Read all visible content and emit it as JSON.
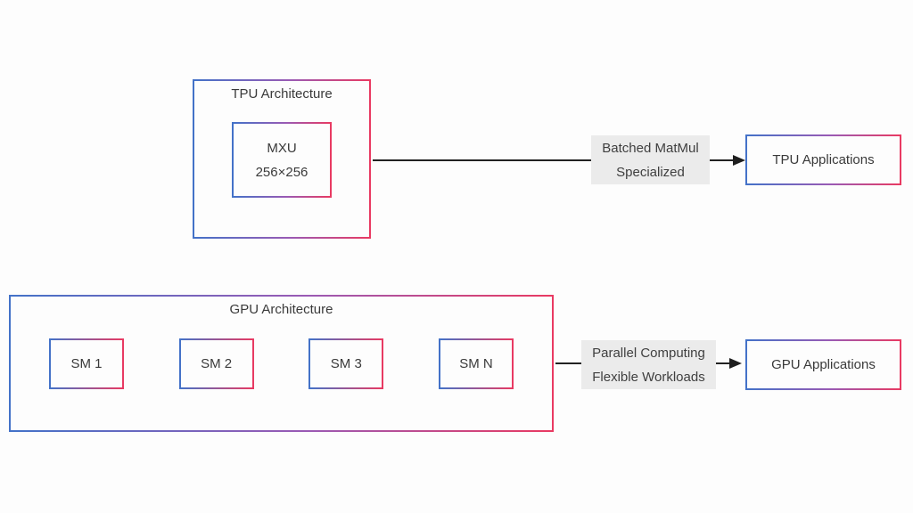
{
  "colors": {
    "border_gradient_start": "#4372c8",
    "border_gradient_end": "#e93a62",
    "connector": "#1e1e1e",
    "edge_label_background": "#ebebeb",
    "text": "#3a3a3a",
    "background": "#fdfdfd"
  },
  "tpu": {
    "title": "TPU Architecture",
    "mxu": {
      "line1": "MXU",
      "line2": "256×256"
    },
    "edge_label": {
      "line1": "Batched MatMul",
      "line2": "Specialized"
    },
    "target": "TPU Applications"
  },
  "gpu": {
    "title": "GPU Architecture",
    "sms": [
      "SM 1",
      "SM 2",
      "SM 3",
      "SM N"
    ],
    "edge_label": {
      "line1": "Parallel Computing",
      "line2": "Flexible Workloads"
    },
    "target": "GPU Applications"
  }
}
